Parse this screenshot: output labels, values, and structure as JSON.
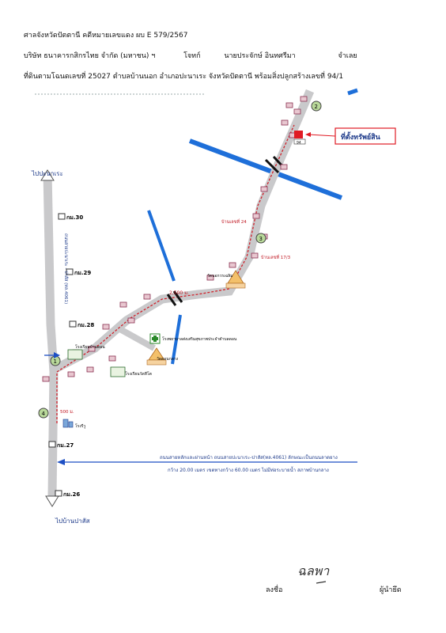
{
  "header": {
    "line1": "ศาลจังหวัดปัตตานี  คดีหมายเลขแดง ผบ E 579/2567",
    "line2_company": "บริษัท ธนาคารกสิกรไทย จำกัด (มหาชน) ฯ",
    "line2_plaintiff_label": "โจทก์",
    "line2_defendant": "นายประจักษ์  อินทศรีมา",
    "line2_defendant_label": "จำเลย",
    "line3": "ที่ดินตามโฉนดเลขที่ 25027 ตำบลบ้านนอก  อำเภอปะนาเระ  จังหวัดปัตตานี พร้อมสิ่งปลูกสร้างเลขที่ 94/1"
  },
  "map": {
    "to_panare": "ไปปะนาเระ",
    "to_ban_pasat": "ไปบ้านปาสัส",
    "km30": "กม.30",
    "km29": "กม.29",
    "km28": "กม.28",
    "km27": "กม.27",
    "km26": "กม.26",
    "property_label": "ที่ตั้งทรัพย์สิน",
    "house_no": "94",
    "road_vertical": "ถนนสายปะนาเระ - ปาสัส (ทล.4061)",
    "school_ban_don": "โรงเรียนบ้านดอน",
    "school_tha_nam": "โรงเรียนวัดทีโต",
    "wat_don": "วัดดอนกลาง",
    "wat_tha_nam": "วัดนอกวรเฉลิม",
    "hospital": "โรงพยาบาลส่งเสริมสุขภาพประจำตำบลดอน",
    "factory": "โรงรีวู",
    "ban_no_24": "บ้านเลขที่ 24",
    "ban_no_17": "บ้านเลขที่ 17/3",
    "dist_2500": "2,500 ม.",
    "dist_500": "500 ม.",
    "marker_1": "1",
    "marker_2": "2",
    "marker_3": "3",
    "marker_4": "4",
    "note_line1": "ถนนสายหลักและผ่านหน้า ถนนสายปะนาเระ-ปาสัส(ทล.4061) ลักษณะเป็นถนนลาดยาง",
    "note_line2": "กว้าง 20.00 เมตร เขตทางกว้าง 60.00 เมตร ไม่มีท่อระบายน้ำ สภาพบ้านกลาง"
  },
  "footer": {
    "sign_label": "ลงชื่อ",
    "signature_text": "ฉลพา",
    "seizer_label": "ผู้นำยึด"
  },
  "colors": {
    "river": "#1e6fd9",
    "route": "#d0202a",
    "road": "#c9c9cb",
    "arrow_blue": "#1d4fc4",
    "property": "#e01b24",
    "marker": "#b9d99a"
  }
}
